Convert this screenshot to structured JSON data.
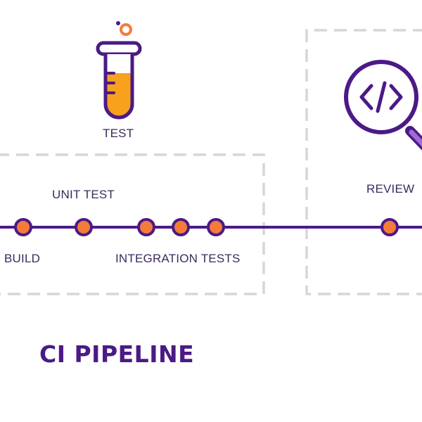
{
  "colors": {
    "purple": "#4b1a86",
    "orange": "#f47b3a",
    "flask_fill": "#f7a11c",
    "dashed_border": "#d6d6d6",
    "label_text": "#3a2a5c"
  },
  "icons": {
    "test": "test-tube-icon",
    "review": "magnifier-code-icon"
  },
  "labels": {
    "test": "TEST",
    "unit_test": "UNIT TEST",
    "build": "BUILD",
    "integration_tests": "INTEGRATION TESTS",
    "review": "REVIEW",
    "code_glyph": "</>"
  },
  "title": "CI PIPELINE"
}
